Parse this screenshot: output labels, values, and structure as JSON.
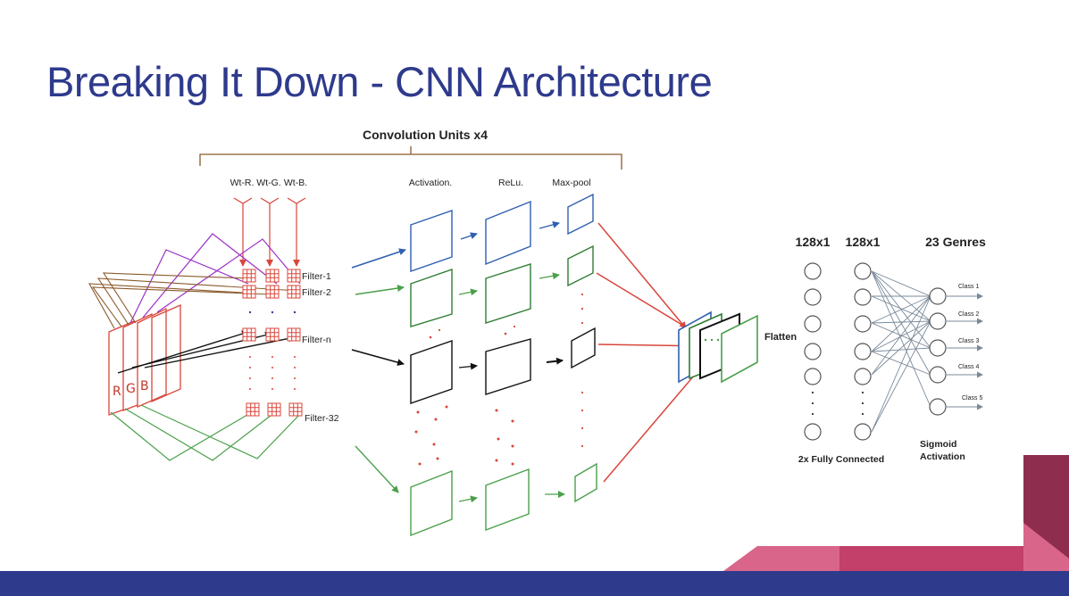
{
  "title": "Breaking It Down - CNN Architecture",
  "diagram": {
    "convolution_units": "Convolution Units x4",
    "weights": [
      "Wt-R.",
      "Wt-G.",
      "Wt-B."
    ],
    "stage_labels": [
      "Activation.",
      "ReLu.",
      "Max-pool"
    ],
    "filters": [
      "Filter-1",
      "Filter-2",
      "Filter-n",
      "Filter-32"
    ],
    "channels": [
      "R",
      "G",
      "B"
    ],
    "flatten": "Flatten",
    "dense_layers": [
      "128x1",
      "128x1"
    ],
    "genres": "23 Genres",
    "classes": [
      "Class 1",
      "Class 2",
      "Class 3",
      "Class 4",
      "Class 5"
    ],
    "fully_connected": "2x Fully Connected",
    "sigmoid": [
      "Sigmoid",
      "Activation"
    ],
    "colors": {
      "title": "#2e3a8c",
      "red": "#d9463a",
      "green": "#4aa04a",
      "blue": "#2f5fb0",
      "purple": "#9b30c8",
      "brown": "#8b5a2b",
      "footer": "#2e3a8c",
      "accent_pink": "#d9668a",
      "accent_maroon": "#8e2d4e"
    }
  }
}
